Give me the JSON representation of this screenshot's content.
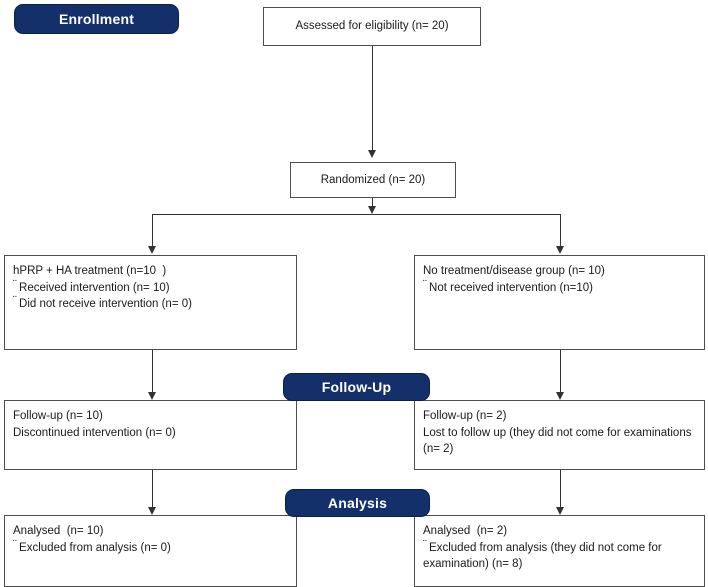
{
  "diagram": {
    "type": "consort-flow-diagram",
    "title": "CONSORT participant flow",
    "accent_color": "#14306b",
    "box_border_color": "#4d4d4d",
    "connector_color": "#333333",
    "background": "#ffffff"
  },
  "stages": {
    "enrollment": "Enrollment",
    "followup": "Follow-Up",
    "analysis": "Analysis"
  },
  "nodes": {
    "assessed": {
      "label": "Assessed for eligibility (n= 20)"
    },
    "randomized": {
      "label": "Randomized (n= 20)"
    },
    "allocation_left": {
      "line1": "hPRP + HA treatment (n=10  )",
      "line2": "Received intervention (n= 10)",
      "line3": "Did not receive intervention (n= 0)"
    },
    "allocation_right": {
      "line1": "No treatment/disease group (n= 10)",
      "line2": "Not received intervention (n=10)"
    },
    "followup_left": {
      "line1": "Follow-up (n= 10)",
      "line2": "Discontinued intervention (n= 0)"
    },
    "followup_right": {
      "line1": "Follow-up (n= 2)",
      "line2": "Lost to follow up (they did not come for examinations (n= 2)"
    },
    "analysis_left": {
      "line1": "Analysed  (n= 10)",
      "line2": "Excluded from analysis (n= 0)"
    },
    "analysis_right": {
      "line1": "Analysed  (n= 2)",
      "line2": "Excluded from analysis (they did  not come for examination) (n=  8)"
    }
  },
  "counts": {
    "assessed_n": 20,
    "randomized_n": 20,
    "allocated_treatment_n": 10,
    "allocated_control_n": 10,
    "received_intervention_n": 10,
    "did_not_receive_intervention_n": 0,
    "control_not_received_intervention_n": 10,
    "followup_treatment_n": 10,
    "discontinued_intervention_n": 0,
    "followup_control_n": 2,
    "lost_to_followup_n": 2,
    "analysed_treatment_n": 10,
    "excluded_treatment_n": 0,
    "analysed_control_n": 2,
    "excluded_control_n": 8
  },
  "bullet_glyph": "¨"
}
